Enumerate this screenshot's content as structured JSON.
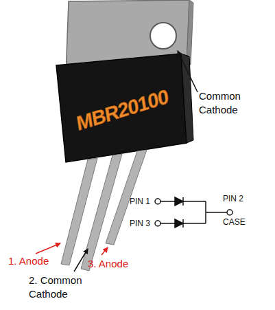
{
  "diagram": {
    "nodes": [
      {
        "text": [
          "MBR20100"
        ]
      }
    ],
    "labels": [
      "Common Cathode",
      "1. Anode",
      "2. Common Cathode",
      "3. Anode",
      "PIN 1",
      "PIN 3",
      "PIN 2",
      "CASE"
    ]
  }
}
